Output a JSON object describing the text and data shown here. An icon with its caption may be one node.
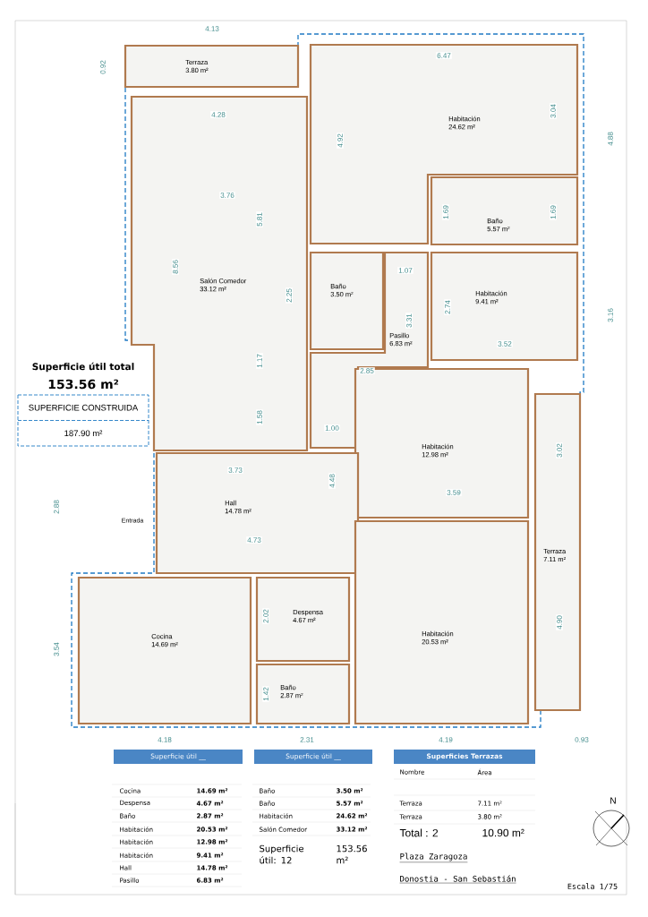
{
  "diagram": {
    "nodes": [
      {
        "text": [
          "Terraza",
          "3.80 m²"
        ]
      },
      {
        "text": [
          "Salón Comedor",
          "33.12 m²"
        ]
      },
      {
        "text": [
          "Habitación",
          "24.62 m²"
        ]
      },
      {
        "text": [
          "Baño",
          "5.57 m²"
        ]
      },
      {
        "text": [
          "Baño",
          "3.50 m²"
        ]
      },
      {
        "text": [
          "Pasillo",
          "6.83 m²"
        ]
      },
      {
        "text": [
          "Habitación",
          "9.41 m²"
        ]
      },
      {
        "text": [
          "Habitación",
          "12.98 m²"
        ]
      },
      {
        "text": [
          "Hall",
          "14.78 m²"
        ]
      },
      {
        "text": [
          "Habitación",
          "20.53 m²"
        ]
      },
      {
        "text": [
          "Terraza",
          "7.11 m²"
        ]
      },
      {
        "text": [
          "Cocina",
          "14.69 m²"
        ]
      },
      {
        "text": [
          "Despensa",
          "4.67 m²"
        ]
      },
      {
        "text": [
          "Baño",
          "2.87 m²"
        ]
      },
      {
        "text": [
          "SUPERFICIE CONSTRUIDA",
          "187.90 m²"
        ]
      },
      {
        "text": [
          "Superficie útil __"
        ]
      },
      {
        "text": [
          "Superficie útil __"
        ]
      },
      {
        "text": [
          "Superficies Terrazas"
        ]
      }
    ],
    "labels": [
      "4.13",
      "0.92",
      "6.47",
      "4.28",
      "3.04",
      "4.92",
      "4.88",
      "3.76",
      "5.81",
      "1.69",
      "1.69",
      "8.56",
      "2.25",
      "1.07",
      "3.31",
      "2.74",
      "3.16",
      "3.52",
      "Superficie útil total",
      "153.56 m²",
      "2.85",
      "1.17",
      "1.58",
      "1.00",
      "3.73",
      "3.02",
      "4.48",
      "3.59",
      "2.88",
      "Entrada",
      "4.73",
      "4.90",
      "2.02",
      "3.54",
      "1.42",
      "4.18",
      "2.31",
      "4.19",
      "0.93",
      "Nombre",
      "Área",
      "Cocina",
      "14.69 m²",
      "Despensa",
      "4.67 m²",
      "Baño",
      "2.87 m²",
      "Habitación",
      "20.53 m²",
      "Habitación",
      "12.98 m²",
      "Habitación",
      "9.41 m²",
      "Hall",
      "14.78 m²",
      "Pasillo",
      "6.83 m²",
      "Baño",
      "3.50 m²",
      "Baño",
      "5.57 m²",
      "Habitación",
      "24.62 m²",
      "Salón Comedor",
      "33.12 m²",
      "Superficie útil: 12",
      "153.56 m²",
      "Terraza",
      "7.11 m²",
      "Terraza",
      "3.80 m²",
      "Total : 2",
      "10.90 m²",
      "Plaza Zaragoza",
      "Donostia - San Sebastián",
      "N",
      "Escala 1/75"
    ]
  }
}
